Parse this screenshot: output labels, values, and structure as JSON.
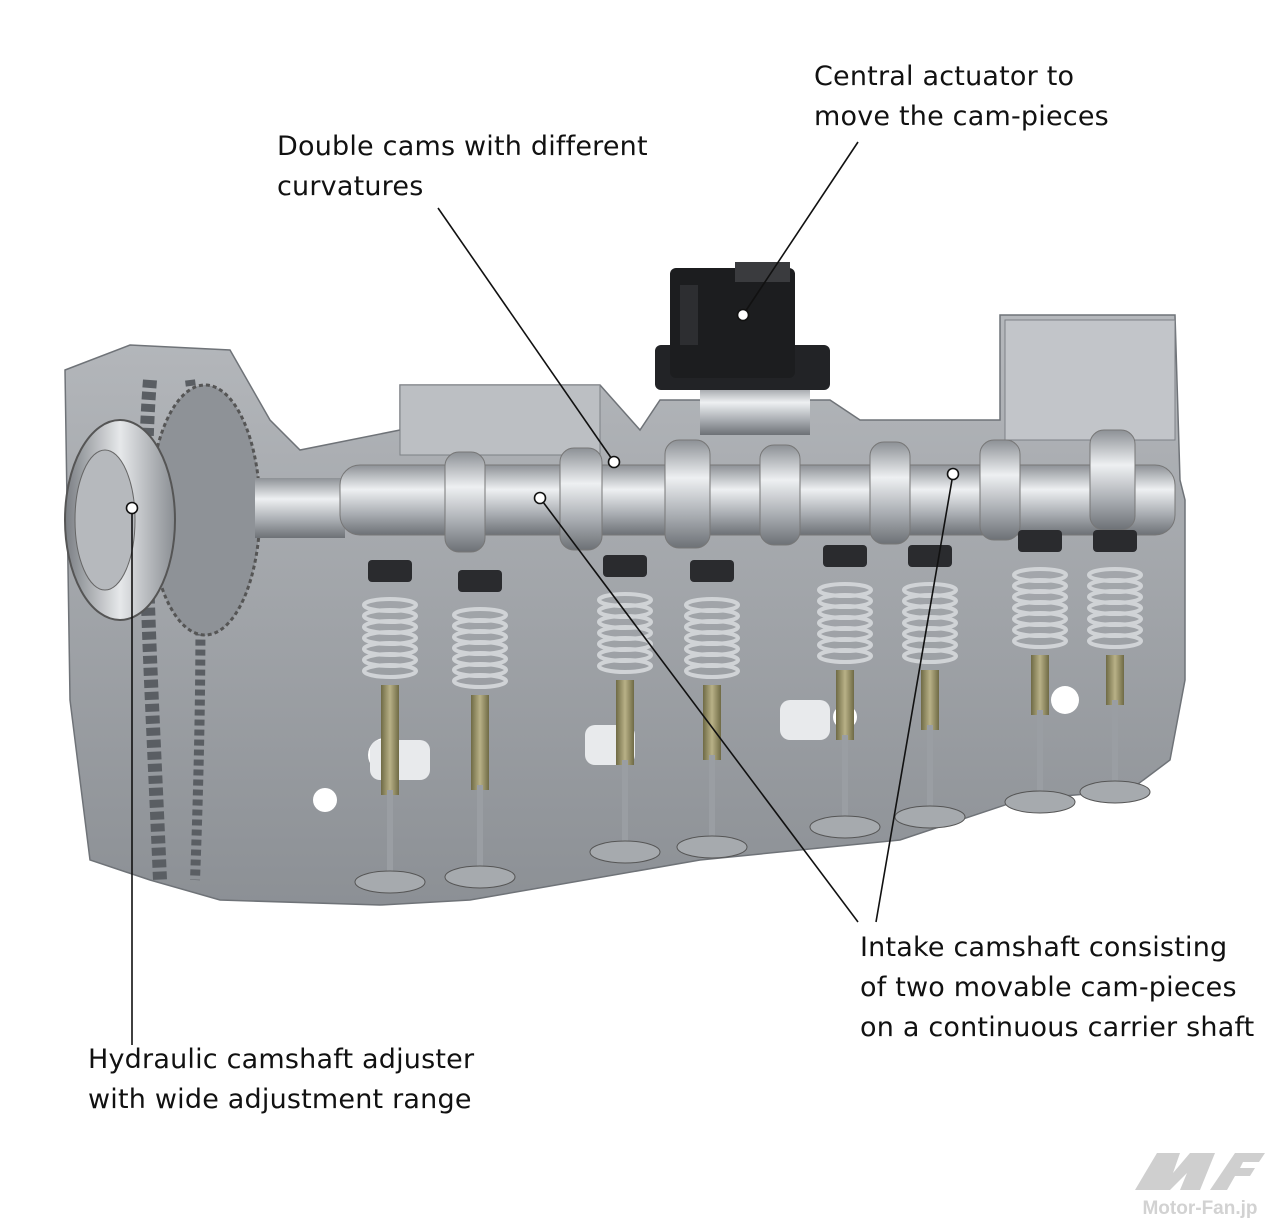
{
  "labels": {
    "actuator": [
      "Central actuator to",
      "move the cam-pieces"
    ],
    "double_cams": [
      "Double cams with different",
      "curvatures"
    ],
    "intake": [
      "Intake camshaft consisting",
      "of two movable cam-pieces",
      "on a continuous carrier shaft"
    ],
    "hydraulic": [
      "Hydraulic camshaft adjuster",
      "with wide adjustment range"
    ]
  },
  "watermark": {
    "text": "Motor-Fan.jp"
  },
  "colors": {
    "block": "#9a9ea3",
    "shaft": "#c9ccd0",
    "actuator": "#1c1d1f",
    "valve_stem": "#8a845a",
    "text": "#111111"
  }
}
